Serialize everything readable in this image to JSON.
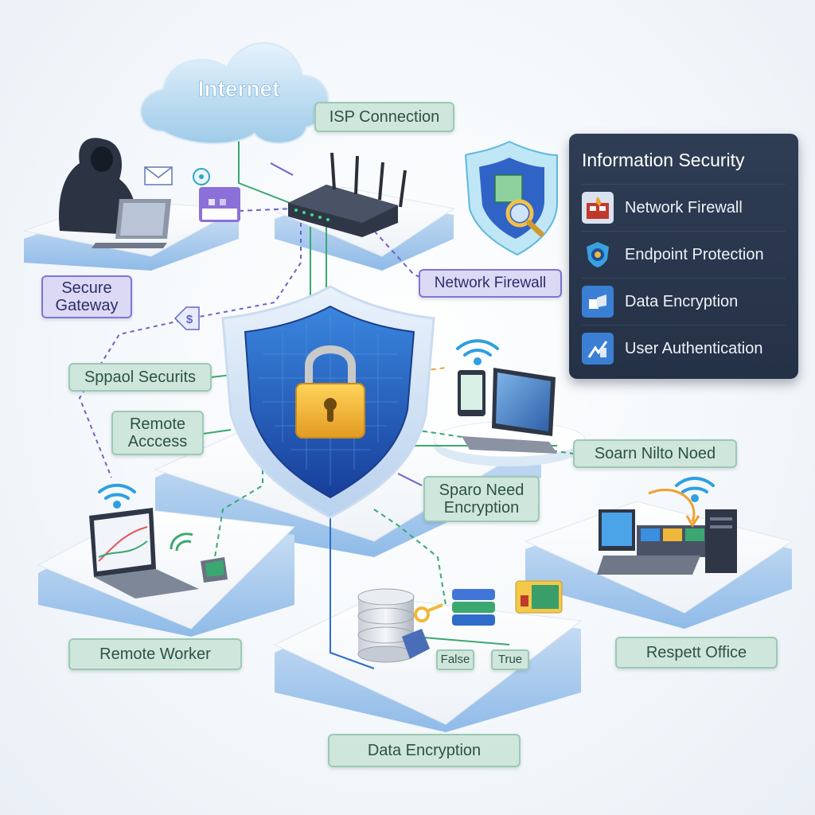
{
  "diagram": {
    "internet_label": "Internet",
    "labels": {
      "isp_connection": "ISP Connection",
      "secure_gateway": "Secure\nGateway",
      "network_firewall": "Network Firewall",
      "sppool_securits": "Sppaol Securits",
      "remote_access": "Remote\nAcccess",
      "sparo_need_encryption": "Sparo Need\nEncryption",
      "soarn_nilto_noed": "Soarn Nilto Noed",
      "remote_worker": "Remote Worker",
      "respett_office": "Respett Office",
      "data_encryption": "Data Encryption",
      "false": "False",
      "true": "True"
    },
    "info_panel": {
      "title": "Information Security",
      "items": [
        {
          "label": "Network Firewall",
          "icon": "firewall-icon"
        },
        {
          "label": "Endpoint Protection",
          "icon": "endpoint-protection-icon"
        },
        {
          "label": "Data Encryption",
          "icon": "data-encryption-icon"
        },
        {
          "label": "User Authentication",
          "icon": "user-authentication-icon"
        }
      ]
    },
    "colors": {
      "label_green_bg": "#cfe6dc",
      "label_purple_bg": "#dcd9f5",
      "panel_bg": "#2f3d55",
      "shield_blue": "#2f6fd0",
      "lock_gold": "#f0b83a",
      "wire_green": "#3aa870",
      "wire_purple": "#6a64c8",
      "wire_orange": "#f0a030"
    }
  }
}
